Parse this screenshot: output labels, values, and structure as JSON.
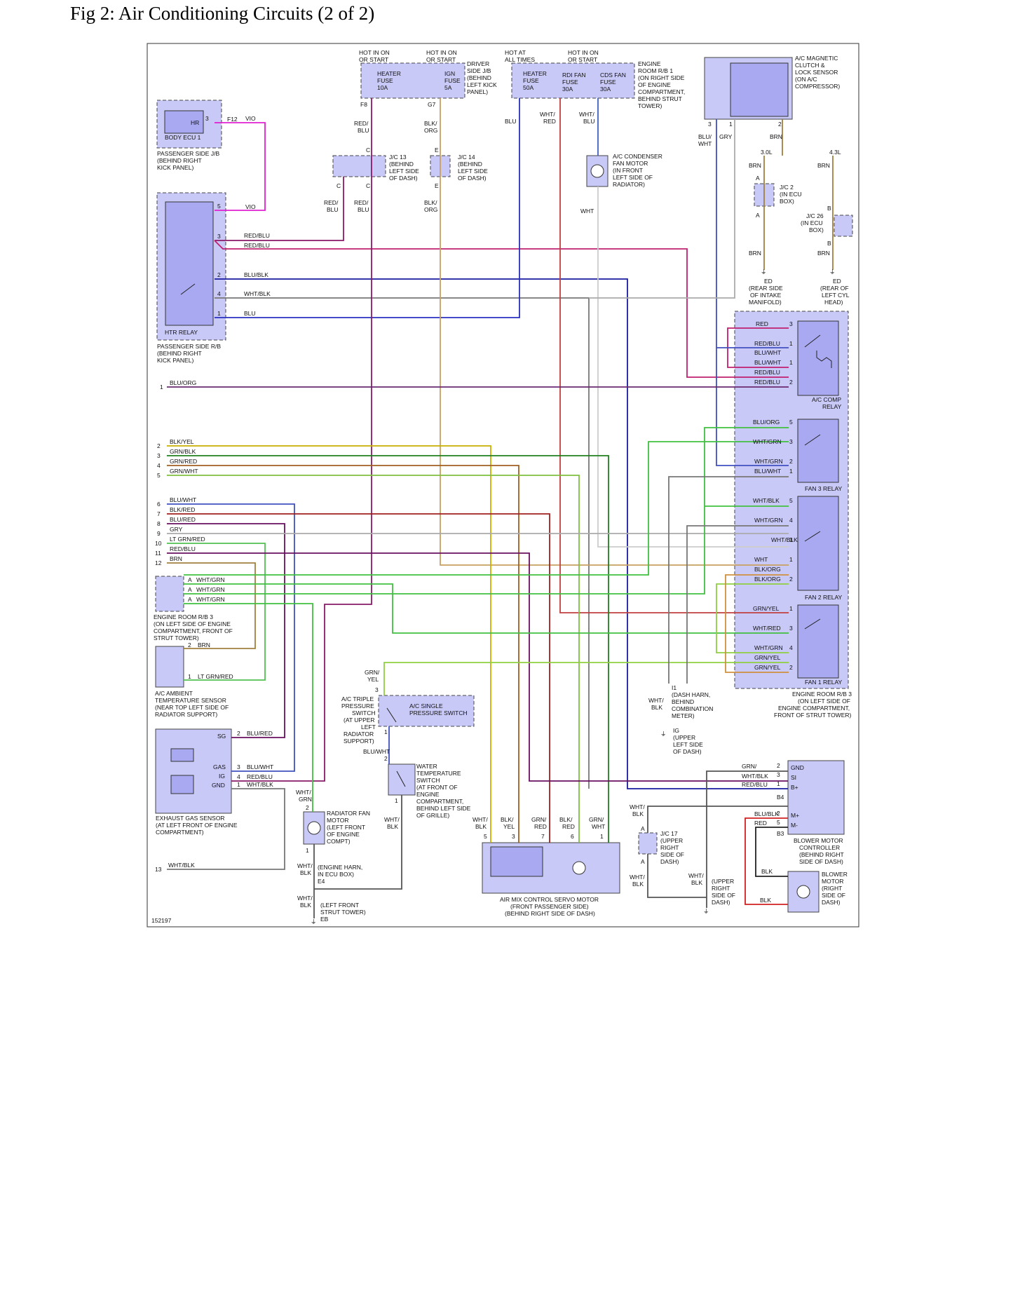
{
  "page": {
    "title": "Fig 2: Air Conditioning Circuits (2 of 2)"
  },
  "diagram_id": "152197",
  "colors": {
    "VIO": "#e020d0",
    "REDBLU": "#8a1a6a",
    "REDBLU2": "#c02070",
    "BLUBLK": "#1a1aa0",
    "WHTBLK": "#777777",
    "BLU": "#2a30c0",
    "BLUORG": "#6a2a70",
    "BLKYEL": "#c8b000",
    "GRNBLK": "#208020",
    "GRNRED": "#a06020",
    "GRNWHT": "#80c040",
    "BLUWHT": "#4050c0",
    "BLKRED": "#a02020",
    "BLURED": "#6a1060",
    "GRY": "#aaaaaa",
    "LTGRNRED": "#50c050",
    "BRN": "#a08040",
    "WHTGRN": "#40c040",
    "BLKORG": "#d09040",
    "WHTRED": "#c04040",
    "WHT": "#cccccc",
    "GRNYEL": "#90d040",
    "RED": "#d02020"
  },
  "labels": [
    {
      "id": "hot-heater",
      "lines": [
        "HOT IN ON",
        "OR START"
      ]
    },
    {
      "id": "hot-ign",
      "lines": [
        "HOT IN ON",
        "OR START"
      ]
    },
    {
      "id": "hot-always",
      "lines": [
        "HOT AT",
        "ALL TIMES"
      ]
    },
    {
      "id": "hot-rdi",
      "lines": [
        "HOT IN ON",
        "OR START"
      ]
    },
    {
      "id": "heater-fuse-10a",
      "lines": [
        "HEATER",
        "FUSE",
        "10A"
      ]
    },
    {
      "id": "ign-fuse-5a",
      "lines": [
        "IGN",
        "FUSE",
        "5A"
      ]
    },
    {
      "id": "driver-jb",
      "lines": [
        "DRIVER",
        "SIDE J/B",
        "(BEHIND",
        "LEFT KICK",
        "PANEL)"
      ]
    },
    {
      "id": "heater-fuse-50a",
      "lines": [
        "HEATER",
        "FUSE",
        "50A"
      ]
    },
    {
      "id": "rdi-fuse",
      "lines": [
        "RDI FAN",
        "FUSE",
        "30A"
      ]
    },
    {
      "id": "cds-fuse",
      "lines": [
        "CDS FAN",
        "FUSE",
        "30A"
      ]
    },
    {
      "id": "engine-rb1",
      "lines": [
        "ENGINE",
        "ROOM R/B 1",
        "(ON RIGHT SIDE",
        "OF ENGINE",
        "COMPARTMENT,",
        "BEHIND STRUT",
        "TOWER)"
      ]
    },
    {
      "id": "ac-clutch",
      "lines": [
        "A/C MAGNETIC",
        "CLUTCH &",
        "LOCK SENSOR",
        "(ON A/C",
        "COMPRESSOR)"
      ]
    },
    {
      "id": "f8",
      "lines": [
        "F8"
      ]
    },
    {
      "id": "g7",
      "lines": [
        "G7"
      ]
    },
    {
      "id": "body-ecu",
      "lines": [
        "BODY ECU 1"
      ]
    },
    {
      "id": "hr",
      "lines": [
        "HR"
      ]
    },
    {
      "id": "f12",
      "lines": [
        "F12"
      ]
    },
    {
      "id": "pass-jb",
      "lines": [
        "PASSENGER SIDE J/B",
        "(BEHIND RIGHT",
        "KICK PANEL)"
      ]
    },
    {
      "id": "jc13",
      "lines": [
        "J/C 13",
        "(BEHIND",
        "LEFT SIDE",
        "OF DASH)"
      ]
    },
    {
      "id": "jc14",
      "lines": [
        "J/C 14",
        "(BEHIND",
        "LEFT SIDE",
        "OF DASH)"
      ]
    },
    {
      "id": "ac-cond-fan",
      "lines": [
        "A/C CONDENSER",
        "FAN MOTOR",
        "(IN FRONT",
        "LEFT SIDE OF",
        "RADIATOR)"
      ]
    },
    {
      "id": "jc2",
      "lines": [
        "J/C 2",
        "(IN ECU",
        "BOX)"
      ]
    },
    {
      "id": "jc26",
      "lines": [
        "J/C 26",
        "(IN ECU",
        "BOX)"
      ]
    },
    {
      "id": "ed-intake",
      "lines": [
        "ED",
        "(REAR SIDE",
        "OF INTAKE",
        "MANIFOLD)"
      ]
    },
    {
      "id": "ed-cyl",
      "lines": [
        "ED",
        "(REAR OF",
        "LEFT CYL",
        "HEAD)"
      ]
    },
    {
      "id": "htr-relay",
      "lines": [
        "HTR RELAY"
      ]
    },
    {
      "id": "pass-rb",
      "lines": [
        "PASSENGER SIDE R/B",
        "(BEHIND RIGHT",
        "KICK PANEL)"
      ]
    },
    {
      "id": "ac-comp-relay",
      "lines": [
        "A/C COMP",
        "RELAY"
      ]
    },
    {
      "id": "fan3-relay",
      "lines": [
        "FAN 3 RELAY"
      ]
    },
    {
      "id": "fan2-relay",
      "lines": [
        "FAN 2 RELAY"
      ]
    },
    {
      "id": "fan1-relay",
      "lines": [
        "FAN 1 RELAY"
      ]
    },
    {
      "id": "engine-rb3-right",
      "lines": [
        "ENGINE ROOM R/B 3",
        "(ON LEFT SIDE OF",
        "ENGINE COMPARTMENT,",
        "FRONT OF STRUT TOWER)"
      ]
    },
    {
      "id": "engine-rb3-left",
      "lines": [
        "ENGINE ROOM R/B 3",
        "(ON LEFT SIDE OF ENGINE",
        "COMPARTMENT, FRONT OF",
        "STRUT TOWER)"
      ]
    },
    {
      "id": "ambient-sensor",
      "lines": [
        "A/C AMBIENT",
        "TEMPERATURE SENSOR",
        "(NEAR TOP LEFT SIDE OF",
        "RADIATOR SUPPORT)"
      ]
    },
    {
      "id": "triple-switch",
      "lines": [
        "A/C TRIPLE",
        "PRESSURE",
        "SWITCH",
        "(AT UPPER",
        "LEFT",
        "RADIATOR",
        "SUPPORT)"
      ]
    },
    {
      "id": "single-switch",
      "lines": [
        "A/C SINGLE",
        "PRESSURE SWITCH"
      ]
    },
    {
      "id": "water-temp",
      "lines": [
        "WATER",
        "TEMPERATURE",
        "SWITCH",
        "(AT FRONT OF",
        "ENGINE",
        "COMPARTMENT,",
        "BEHIND LEFT SIDE",
        "OF GRILLE)"
      ]
    },
    {
      "id": "i1",
      "lines": [
        "I1",
        "(DASH HARN,",
        "BEHIND",
        "COMBINATION",
        "METER)"
      ]
    },
    {
      "id": "ig-ground",
      "lines": [
        "IG",
        "(UPPER",
        "LEFT SIDE",
        "OF DASH)"
      ]
    },
    {
      "id": "exhaust-sensor",
      "lines": [
        "EXHAUST GAS SENSOR",
        "(AT LEFT FRONT OF ENGINE",
        "COMPARTMENT)"
      ]
    },
    {
      "id": "rad-fan",
      "lines": [
        "RADIATOR FAN",
        "MOTOR",
        "(LEFT FRONT",
        "OF ENGINE",
        "COMPT)"
      ]
    },
    {
      "id": "e4",
      "lines": [
        "(ENGINE HARN,",
        "IN ECU BOX)",
        "E4"
      ]
    },
    {
      "id": "eb",
      "lines": [
        "(LEFT FRONT",
        "STRUT TOWER)",
        "EB"
      ]
    },
    {
      "id": "air-mix",
      "lines": [
        "AIR MIX CONTROL SERVO MOTOR",
        "(FRONT PASSENGER SIDE)",
        "(BEHIND RIGHT SIDE OF DASH)"
      ]
    },
    {
      "id": "jc17",
      "lines": [
        "J/C 17",
        "(UPPER",
        "RIGHT",
        "SIDE OF",
        "DASH)"
      ]
    },
    {
      "id": "ii-ground",
      "lines": [
        "(UPPER",
        "RIGHT",
        "SIDE OF",
        "DASH)"
      ]
    },
    {
      "id": "blower-ctrl",
      "lines": [
        "BLOWER MOTOR",
        "CONTROLLER",
        "(BEHIND RIGHT",
        "SIDE OF DASH)"
      ]
    },
    {
      "id": "blower-motor",
      "lines": [
        "BLOWER",
        "MOTOR",
        "(RIGHT",
        "SIDE OF",
        "DASH)"
      ]
    },
    {
      "id": "len-30",
      "lines": [
        "3.0L"
      ]
    },
    {
      "id": "len-43",
      "lines": [
        "4.3L"
      ]
    }
  ],
  "wires": [
    {
      "id": "w-vio1",
      "lines": [
        "VIO"
      ]
    },
    {
      "id": "w-vio2",
      "lines": [
        "VIO"
      ]
    },
    {
      "id": "w-redblu-a",
      "lines": [
        "RED/",
        "BLU"
      ]
    },
    {
      "id": "w-blkorg-a",
      "lines": [
        "BLK/",
        "ORG"
      ]
    },
    {
      "id": "w-blu-a",
      "lines": [
        "BLU"
      ]
    },
    {
      "id": "w-whtred-a",
      "lines": [
        "WHT/",
        "RED"
      ]
    },
    {
      "id": "w-whtblu-a",
      "lines": [
        "WHT/",
        "BLU"
      ]
    },
    {
      "id": "w-bluwht-a",
      "lines": [
        "BLU/",
        "WHT"
      ]
    },
    {
      "id": "w-gry-a",
      "lines": [
        "GRY"
      ]
    },
    {
      "id": "w-brn-a",
      "lines": [
        "BRN"
      ]
    },
    {
      "id": "w-redblu-b",
      "lines": [
        "RED/",
        "BLU"
      ]
    },
    {
      "id": "w-redblu-c",
      "lines": [
        "RED/",
        "BLU"
      ]
    },
    {
      "id": "w-blkorg-b",
      "lines": [
        "BLK/",
        "ORG"
      ]
    },
    {
      "id": "w-wht-a",
      "lines": [
        "WHT"
      ]
    },
    {
      "id": "w-brn-b",
      "lines": [
        "BRN"
      ]
    },
    {
      "id": "w-brn-c",
      "lines": [
        "BRN"
      ]
    },
    {
      "id": "w-brn-d",
      "lines": [
        "BRN"
      ]
    },
    {
      "id": "w-brn-e",
      "lines": [
        "BRN"
      ]
    },
    {
      "id": "w-htr-redblu1",
      "lines": [
        "RED/BLU"
      ]
    },
    {
      "id": "w-htr-redblu2",
      "lines": [
        "RED/BLU"
      ]
    },
    {
      "id": "w-htr-blublk",
      "lines": [
        "BLU/BLK"
      ]
    },
    {
      "id": "w-htr-whtblk",
      "lines": [
        "WHT/BLK"
      ]
    },
    {
      "id": "w-htr-blu",
      "lines": [
        "BLU"
      ]
    },
    {
      "id": "w-r1",
      "lines": [
        "BLU/ORG"
      ]
    },
    {
      "id": "w-r2",
      "lines": [
        "BLK/YEL"
      ]
    },
    {
      "id": "w-r3",
      "lines": [
        "GRN/BLK"
      ]
    },
    {
      "id": "w-r4",
      "lines": [
        "GRN/RED"
      ]
    },
    {
      "id": "w-r5",
      "lines": [
        "GRN/WHT"
      ]
    },
    {
      "id": "w-r6",
      "lines": [
        "BLU/WHT"
      ]
    },
    {
      "id": "w-r7",
      "lines": [
        "BLK/RED"
      ]
    },
    {
      "id": "w-r8",
      "lines": [
        "BLU/RED"
      ]
    },
    {
      "id": "w-r9",
      "lines": [
        "GRY"
      ]
    },
    {
      "id": "w-r10",
      "lines": [
        "LT GRN/RED"
      ]
    },
    {
      "id": "w-r11",
      "lines": [
        "RED/BLU"
      ]
    },
    {
      "id": "w-r12",
      "lines": [
        "BRN"
      ]
    },
    {
      "id": "w-r13",
      "lines": [
        "WHT/BLK"
      ]
    },
    {
      "id": "w-a1",
      "lines": [
        "WHT/GRN"
      ]
    },
    {
      "id": "w-a2",
      "lines": [
        "WHT/GRN"
      ]
    },
    {
      "id": "w-a3",
      "lines": [
        "WHT/GRN"
      ]
    },
    {
      "id": "w-amb2",
      "lines": [
        "BRN"
      ]
    },
    {
      "id": "w-amb1",
      "lines": [
        "LT GRN/RED"
      ]
    },
    {
      "id": "w-ex-sg",
      "lines": [
        "BLU/RED"
      ]
    },
    {
      "id": "w-ex-gas",
      "lines": [
        "BLU/WHT"
      ]
    },
    {
      "id": "w-ex-ig",
      "lines": [
        "RED/BLU"
      ]
    },
    {
      "id": "w-ex-gnd",
      "lines": [
        "WHT/BLK"
      ]
    },
    {
      "id": "w-grnyel",
      "lines": [
        "GRN/",
        "YEL"
      ]
    },
    {
      "id": "w-bluwht-b",
      "lines": [
        "BLU/WHT"
      ]
    },
    {
      "id": "w-whtgrn-a",
      "lines": [
        "WHT/",
        "GRN"
      ]
    },
    {
      "id": "w-whtblk-a",
      "lines": [
        "WHT/",
        "BLK"
      ]
    },
    {
      "id": "w-whtblk-b",
      "lines": [
        "WHT/",
        "BLK"
      ]
    },
    {
      "id": "w-whtblk-c",
      "lines": [
        "WHT/",
        "BLK"
      ]
    },
    {
      "id": "w-whtblk-d",
      "lines": [
        "WHT/",
        "BLK"
      ]
    },
    {
      "id": "w-whtblk-e",
      "lines": [
        "WHT/",
        "BLK"
      ]
    },
    {
      "id": "w-whtblk-f",
      "lines": [
        "WHT/",
        "BLK"
      ]
    },
    {
      "id": "w-whtblk-g",
      "lines": [
        "WHT/",
        "BLK"
      ]
    },
    {
      "id": "w-whtblk-h",
      "lines": [
        "WHT/",
        "BLK"
      ]
    },
    {
      "id": "w-am1",
      "lines": [
        "BLK/",
        "YEL"
      ]
    },
    {
      "id": "w-am2",
      "lines": [
        "GRN/",
        "RED"
      ]
    },
    {
      "id": "w-am3",
      "lines": [
        "BLK/",
        "RED"
      ]
    },
    {
      "id": "w-am4",
      "lines": [
        "GRN/",
        "WHT"
      ]
    },
    {
      "id": "w-am5",
      "lines": [
        "GRN/",
        "BLK"
      ]
    },
    {
      "id": "w-bc1",
      "lines": [
        "WHT/BLK"
      ]
    },
    {
      "id": "w-bc2",
      "lines": [
        "RED/BLU"
      ]
    },
    {
      "id": "w-bc3",
      "lines": [
        "BLU/BLK"
      ]
    },
    {
      "id": "w-red1",
      "lines": [
        "RED"
      ]
    },
    {
      "id": "w-blk1",
      "lines": [
        "BLK"
      ]
    },
    {
      "id": "w-blk2",
      "lines": [
        "BLK"
      ]
    },
    {
      "id": "w-red2",
      "lines": [
        "RED"
      ]
    },
    {
      "id": "w-c-redblu5",
      "lines": [
        "RED/BLU"
      ]
    },
    {
      "id": "w-c-bluwht3",
      "lines": [
        "BLU/WHT"
      ]
    },
    {
      "id": "w-c-bluwht",
      "lines": [
        "BLU/WHT"
      ]
    },
    {
      "id": "w-c-redblu1",
      "lines": [
        "RED/BLU"
      ]
    },
    {
      "id": "w-c-redblu",
      "lines": [
        "RED/BLU"
      ]
    },
    {
      "id": "w-c-bluorg2",
      "lines": [
        "BLU/ORG"
      ]
    },
    {
      "id": "w-f3-5",
      "lines": [
        "WHT/GRN"
      ]
    },
    {
      "id": "w-f3-3",
      "lines": [
        "WHT/GRN"
      ]
    },
    {
      "id": "w-f3-2",
      "lines": [
        "BLU/WHT"
      ]
    },
    {
      "id": "w-f3-1",
      "lines": [
        "WHT/BLK"
      ]
    },
    {
      "id": "w-f2-5",
      "lines": [
        "WHT/GRN"
      ]
    },
    {
      "id": "w-f2-4",
      "lines": [
        "WHT/BLK"
      ]
    },
    {
      "id": "w-f2-3",
      "lines": [
        "WHT"
      ]
    },
    {
      "id": "w-f2-1",
      "lines": [
        "BLK/ORG"
      ]
    },
    {
      "id": "w-f2-1b",
      "lines": [
        "BLK/ORG"
      ]
    },
    {
      "id": "w-f2-2",
      "lines": [
        "GRN/YEL"
      ]
    },
    {
      "id": "w-f1-1",
      "lines": [
        "WHT/RED"
      ]
    },
    {
      "id": "w-f1-3",
      "lines": [
        "WHT/GRN"
      ]
    },
    {
      "id": "w-f1-4",
      "lines": [
        "GRN/YEL"
      ]
    },
    {
      "id": "w-f1-4b",
      "lines": [
        "GRN/YEL"
      ]
    },
    {
      "id": "w-f1-2",
      "lines": [
        "BLK/ORG"
      ]
    }
  ],
  "pins": [
    "3",
    "5",
    "3",
    "2",
    "4",
    "1",
    "1",
    "2",
    "3",
    "4",
    "5",
    "6",
    "7",
    "8",
    "9",
    "10",
    "11",
    "12",
    "13",
    "A",
    "A",
    "A",
    "2",
    "1",
    "2",
    "3",
    "4",
    "1",
    "3",
    "1",
    "2",
    "2",
    "1",
    "1",
    "5",
    "3",
    "7",
    "6",
    "1",
    "2",
    "3",
    "1",
    "2",
    "5",
    "3",
    "1",
    "1",
    "2",
    "5",
    "3",
    "2",
    "1",
    "5",
    "4",
    "3",
    "1",
    "2",
    "1",
    "3",
    "4",
    "2",
    "3",
    "1",
    "2",
    "C",
    "C",
    "C",
    "E",
    "E",
    "A",
    "A",
    "B",
    "B",
    "A",
    "A",
    "B4",
    "B3"
  ],
  "terminals": [
    "SG",
    "GAS",
    "IG",
    "GND",
    "GND",
    "SI",
    "B+",
    "M+",
    "M-"
  ]
}
